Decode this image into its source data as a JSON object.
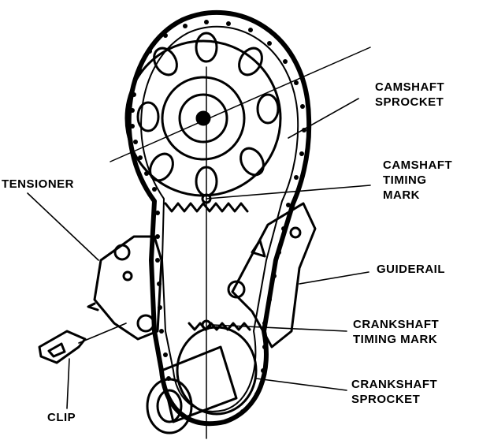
{
  "labels": {
    "camshaft_sprocket": [
      "CAMSHAFT",
      "SPROCKET"
    ],
    "camshaft_timing_mark": [
      "CAMSHAFT",
      "TIMING",
      "MARK"
    ],
    "tensioner": "TENSIONER",
    "guiderail": "GUIDERAIL",
    "crankshaft_timing_mark": [
      "CRANKSHAFT",
      "TIMING MARK"
    ],
    "crankshaft_sprocket": [
      "CRANKSHAFT",
      "SPROCKET"
    ],
    "clip": "CLIP"
  },
  "colors": {
    "ink": "#000000",
    "paper": "#ffffff"
  }
}
